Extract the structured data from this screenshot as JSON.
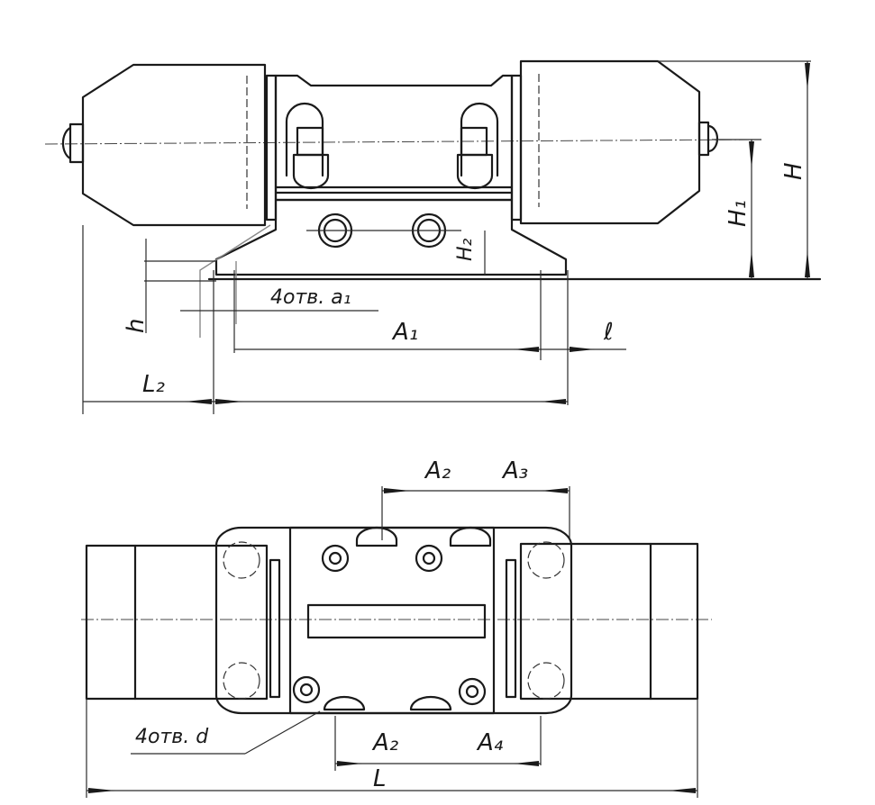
{
  "figure": {
    "type": "technical-drawing",
    "views": [
      "side-view",
      "top-view"
    ]
  },
  "side_view": {
    "dimensions": {
      "H": "H",
      "H1": "H₁",
      "H2": "H₂",
      "h": "h",
      "A1": "A₁",
      "l": "ℓ",
      "L2": "L₂"
    },
    "holes_note": "4отв. a₁"
  },
  "top_view": {
    "dimensions": {
      "A2_top": "A₂",
      "A3": "A₃",
      "A2_bottom": "A₂",
      "A4": "A₄",
      "L": "L"
    },
    "holes_note": "4отв. d"
  }
}
